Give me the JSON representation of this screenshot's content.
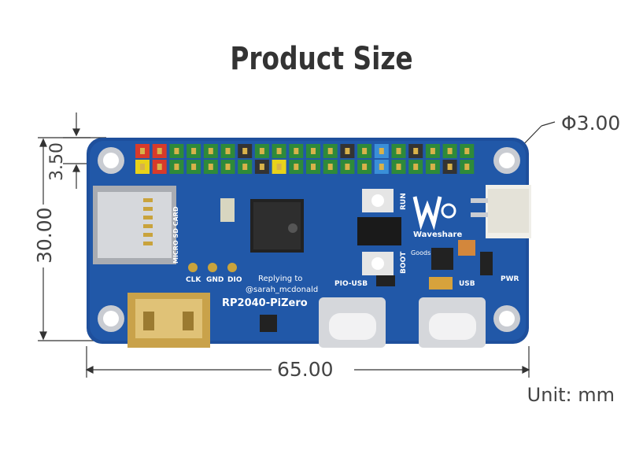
{
  "title": "Product Size",
  "unit_label": "Unit: mm",
  "dimensions": {
    "hole_diameter": "Φ3.00",
    "top_offset": "3.50",
    "height": "30.00",
    "width": "65.00"
  },
  "board": {
    "name": "RP2040-PiZero",
    "brand": "Waveshare",
    "labels": {
      "micro_sd": "MICRO SD CARD",
      "clk": "CLK",
      "gnd": "GND",
      "dio": "DIO",
      "pio_usb": "PIO-USB",
      "usb": "USB",
      "boot": "BOOT",
      "run": "RUN",
      "pwr": "PWR",
      "goods": "Goods"
    }
  },
  "overlay": {
    "line1": "Replying to",
    "line2": "@sarah_mcdonald"
  }
}
